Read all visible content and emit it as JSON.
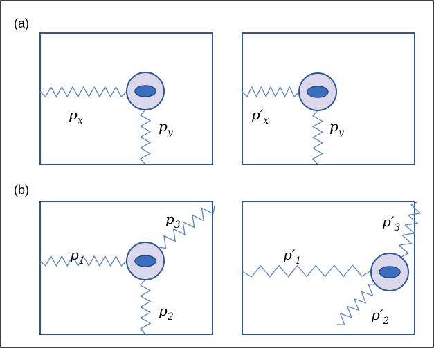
{
  "colors": {
    "box_stroke": "#2f5597",
    "spring": "#5b85c4",
    "mass_fill": "#dcd8ec",
    "mass_stroke": "#2f5597",
    "nucleus_fill": "#3a6fbf",
    "nucleus_stroke": "#254a85",
    "outer_border": "#000000"
  },
  "panels": {
    "a": {
      "label": "(a)"
    },
    "b": {
      "label": "(b)"
    }
  },
  "labels": {
    "a_left_x": {
      "base": "p",
      "sub": "x",
      "prime": ""
    },
    "a_left_y": {
      "base": "p",
      "sub": "y",
      "prime": ""
    },
    "a_right_x": {
      "base": "p",
      "sub": "x",
      "prime": "′"
    },
    "a_right_y": {
      "base": "p",
      "sub": "y",
      "prime": ""
    },
    "b_left_1": {
      "base": "p",
      "sub": "1",
      "prime": ""
    },
    "b_left_2": {
      "base": "p",
      "sub": "2",
      "prime": ""
    },
    "b_left_3": {
      "base": "p",
      "sub": "3",
      "prime": ""
    },
    "b_right_1": {
      "base": "p",
      "sub": "1",
      "prime": "′"
    },
    "b_right_2": {
      "base": "p",
      "sub": "2",
      "prime": "′"
    },
    "b_right_3": {
      "base": "p",
      "sub": "3",
      "prime": "′"
    }
  }
}
